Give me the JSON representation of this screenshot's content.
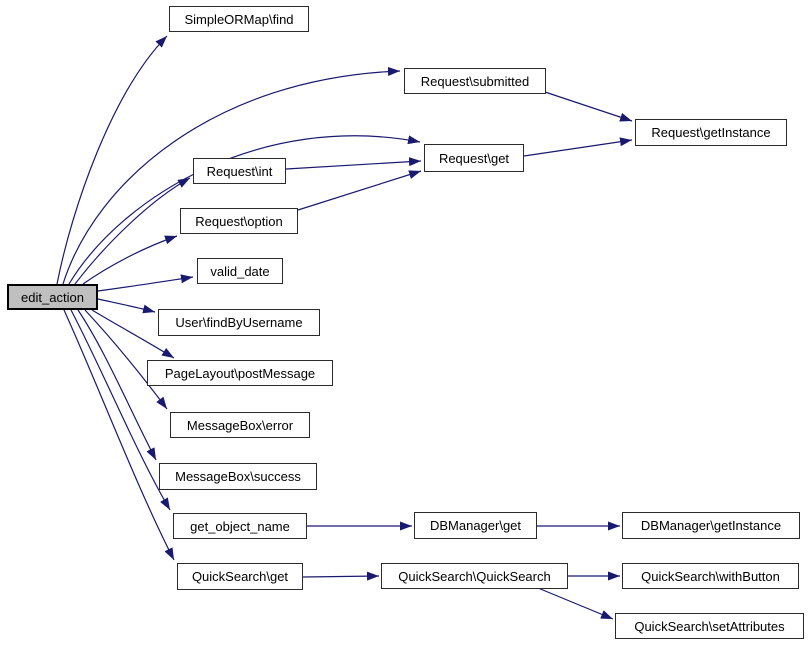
{
  "diagram": {
    "type": "call-graph",
    "root": "edit_action",
    "background_color": "#ffffff",
    "edge_color": "#191970",
    "node_fill": "#ffffff",
    "node_border_color": "#2b2b2b",
    "highlight_fill": "#bfbfbf",
    "nodes": [
      {
        "id": "edit_action",
        "label": "edit_action",
        "highlighted": true
      },
      {
        "id": "SimpleORMap\\find",
        "label": "SimpleORMap\\find",
        "highlighted": false
      },
      {
        "id": "Request\\submitted",
        "label": "Request\\submitted",
        "highlighted": false
      },
      {
        "id": "Request\\getInstance",
        "label": "Request\\getInstance",
        "highlighted": false
      },
      {
        "id": "Request\\get",
        "label": "Request\\get",
        "highlighted": false
      },
      {
        "id": "Request\\int",
        "label": "Request\\int",
        "highlighted": false
      },
      {
        "id": "Request\\option",
        "label": "Request\\option",
        "highlighted": false
      },
      {
        "id": "valid_date",
        "label": "valid_date",
        "highlighted": false
      },
      {
        "id": "User\\findByUsername",
        "label": "User\\findByUsername",
        "highlighted": false
      },
      {
        "id": "PageLayout\\postMessage",
        "label": "PageLayout\\postMessage",
        "highlighted": false
      },
      {
        "id": "MessageBox\\error",
        "label": "MessageBox\\error",
        "highlighted": false
      },
      {
        "id": "MessageBox\\success",
        "label": "MessageBox\\success",
        "highlighted": false
      },
      {
        "id": "get_object_name",
        "label": "get_object_name",
        "highlighted": false
      },
      {
        "id": "QuickSearch\\get",
        "label": "QuickSearch\\get",
        "highlighted": false
      },
      {
        "id": "DBManager\\get",
        "label": "DBManager\\get",
        "highlighted": false
      },
      {
        "id": "DBManager\\getInstance",
        "label": "DBManager\\getInstance",
        "highlighted": false
      },
      {
        "id": "QuickSearch\\QuickSearch",
        "label": "QuickSearch\\QuickSearch",
        "highlighted": false
      },
      {
        "id": "QuickSearch\\withButton",
        "label": "QuickSearch\\withButton",
        "highlighted": false
      },
      {
        "id": "QuickSearch\\setAttributes",
        "label": "QuickSearch\\setAttributes",
        "highlighted": false
      }
    ],
    "edges": [
      {
        "from": "edit_action",
        "to": "SimpleORMap\\find"
      },
      {
        "from": "edit_action",
        "to": "Request\\submitted"
      },
      {
        "from": "edit_action",
        "to": "Request\\get"
      },
      {
        "from": "edit_action",
        "to": "Request\\int"
      },
      {
        "from": "edit_action",
        "to": "Request\\option"
      },
      {
        "from": "edit_action",
        "to": "valid_date"
      },
      {
        "from": "edit_action",
        "to": "User\\findByUsername"
      },
      {
        "from": "edit_action",
        "to": "PageLayout\\postMessage"
      },
      {
        "from": "edit_action",
        "to": "MessageBox\\error"
      },
      {
        "from": "edit_action",
        "to": "MessageBox\\success"
      },
      {
        "from": "edit_action",
        "to": "get_object_name"
      },
      {
        "from": "edit_action",
        "to": "QuickSearch\\get"
      },
      {
        "from": "Request\\submitted",
        "to": "Request\\getInstance"
      },
      {
        "from": "Request\\get",
        "to": "Request\\getInstance"
      },
      {
        "from": "Request\\int",
        "to": "Request\\get"
      },
      {
        "from": "Request\\option",
        "to": "Request\\get"
      },
      {
        "from": "get_object_name",
        "to": "DBManager\\get"
      },
      {
        "from": "DBManager\\get",
        "to": "DBManager\\getInstance"
      },
      {
        "from": "QuickSearch\\get",
        "to": "QuickSearch\\QuickSearch"
      },
      {
        "from": "QuickSearch\\QuickSearch",
        "to": "QuickSearch\\withButton"
      },
      {
        "from": "QuickSearch\\QuickSearch",
        "to": "QuickSearch\\setAttributes"
      }
    ]
  }
}
